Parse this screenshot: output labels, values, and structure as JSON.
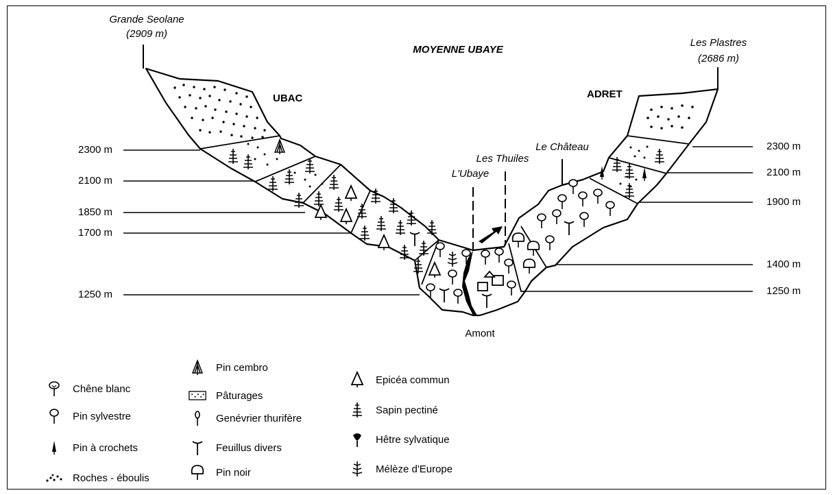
{
  "title": "MOYENNE UBAYE",
  "peaks": {
    "left": {
      "name": "Grande Seolane",
      "altitude": "(2909 m)"
    },
    "right": {
      "name": "Les Plastres",
      "altitude": "(2686 m)"
    }
  },
  "slopes": {
    "left": "UBAC",
    "right": "ADRET"
  },
  "places": {
    "river": "L'Ubaye",
    "village": "Les Thuiles",
    "castle": "Le Château",
    "bottom": "Amont"
  },
  "altitudes_left": [
    "2300 m",
    "2100 m",
    "1850 m",
    "1700 m",
    "1250 m"
  ],
  "altitudes_right": [
    "2300 m",
    "2100 m",
    "1900 m",
    "1400 m",
    "1250 m"
  ],
  "legend": [
    {
      "icon": "chene-blanc-icon",
      "label": "Chêne blanc"
    },
    {
      "icon": "pin-sylvestre-icon",
      "label": "Pin sylvestre"
    },
    {
      "icon": "pin-a-crochets-icon",
      "label": "Pin à crochets"
    },
    {
      "icon": "roches-eboulis-icon",
      "label": "Roches - éboulis"
    },
    {
      "icon": "pin-cembro-icon",
      "label": "Pin cembro"
    },
    {
      "icon": "paturages-icon",
      "label": "Pâturages"
    },
    {
      "icon": "genevrier-thurifere-icon",
      "label": "Genévrier thurifère"
    },
    {
      "icon": "feuillus-divers-icon",
      "label": "Feuillus divers"
    },
    {
      "icon": "pin-noir-icon",
      "label": "Pin noir"
    },
    {
      "icon": "epicea-commun-icon",
      "label": "Epicéa commun"
    },
    {
      "icon": "sapin-pectine-icon",
      "label": "Sapin pectiné"
    },
    {
      "icon": "hetre-sylvatique-icon",
      "label": "Hêtre sylvatique"
    },
    {
      "icon": "meleze-europe-icon",
      "label": "Mélèze d'Europe"
    }
  ]
}
